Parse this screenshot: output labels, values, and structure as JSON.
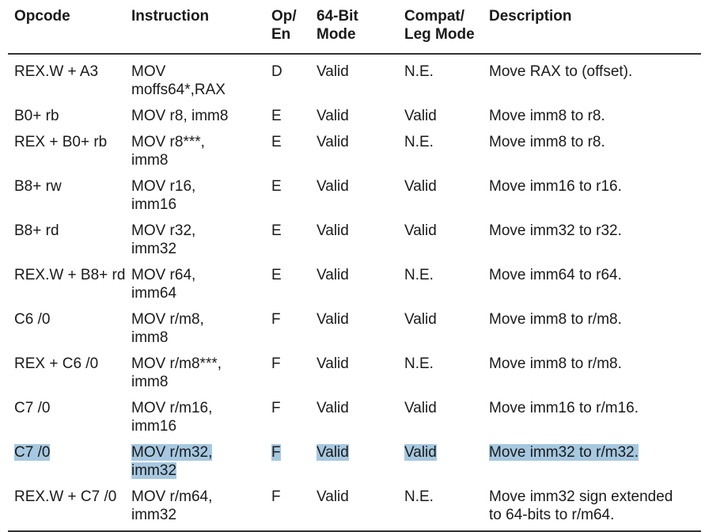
{
  "table": {
    "headers": {
      "opcode": "Opcode",
      "instruction": "Instruction",
      "op_en": "Op/ En",
      "mode64": "64-Bit Mode",
      "compat": "Compat/ Leg Mode",
      "description": "Description"
    },
    "rows": [
      {
        "opcode": "REX.W + A3",
        "instruction": "MOV moffs64*,RAX",
        "op_en": "D",
        "mode64": "Valid",
        "compat": "N.E.",
        "description": "Move RAX to (offset).",
        "highlighted": false
      },
      {
        "opcode": "B0+ rb",
        "instruction": "MOV r8, imm8",
        "op_en": "E",
        "mode64": "Valid",
        "compat": "Valid",
        "description": "Move imm8 to r8.",
        "highlighted": false
      },
      {
        "opcode": "REX + B0+ rb",
        "instruction": "MOV r8***, imm8",
        "op_en": "E",
        "mode64": "Valid",
        "compat": "N.E.",
        "description": "Move imm8 to r8.",
        "highlighted": false
      },
      {
        "opcode": "B8+ rw",
        "instruction": "MOV r16, imm16",
        "op_en": "E",
        "mode64": "Valid",
        "compat": "Valid",
        "description": "Move imm16 to r16.",
        "highlighted": false
      },
      {
        "opcode": "B8+ rd",
        "instruction": "MOV r32, imm32",
        "op_en": "E",
        "mode64": "Valid",
        "compat": "Valid",
        "description": "Move imm32 to r32.",
        "highlighted": false
      },
      {
        "opcode": "REX.W + B8+ rd",
        "instruction": "MOV r64, imm64",
        "op_en": "E",
        "mode64": "Valid",
        "compat": "N.E.",
        "description": "Move imm64 to r64.",
        "highlighted": false
      },
      {
        "opcode": "C6 /0",
        "instruction": "MOV r/m8, imm8",
        "op_en": "F",
        "mode64": "Valid",
        "compat": "Valid",
        "description": "Move imm8 to r/m8.",
        "highlighted": false
      },
      {
        "opcode": "REX + C6 /0",
        "instruction": "MOV r/m8***, imm8",
        "op_en": "F",
        "mode64": "Valid",
        "compat": "N.E.",
        "description": "Move imm8 to r/m8.",
        "highlighted": false
      },
      {
        "opcode": "C7 /0",
        "instruction": "MOV r/m16, imm16",
        "op_en": "F",
        "mode64": "Valid",
        "compat": "Valid",
        "description": "Move imm16 to r/m16.",
        "highlighted": false
      },
      {
        "opcode": "C7 /0",
        "instruction": "MOV r/m32, imm32",
        "op_en": "F",
        "mode64": "Valid",
        "compat": "Valid",
        "description": "Move imm32 to r/m32.",
        "highlighted": true
      },
      {
        "opcode": "REX.W + C7 /0",
        "instruction": "MOV r/m64, imm32",
        "op_en": "F",
        "mode64": "Valid",
        "compat": "N.E.",
        "description": "Move imm32 sign extended to 64-bits to r/m64.",
        "highlighted": false
      }
    ]
  },
  "colors": {
    "highlight": "#a6c8e0",
    "text": "#1a1a1a",
    "rule": "#333333"
  }
}
